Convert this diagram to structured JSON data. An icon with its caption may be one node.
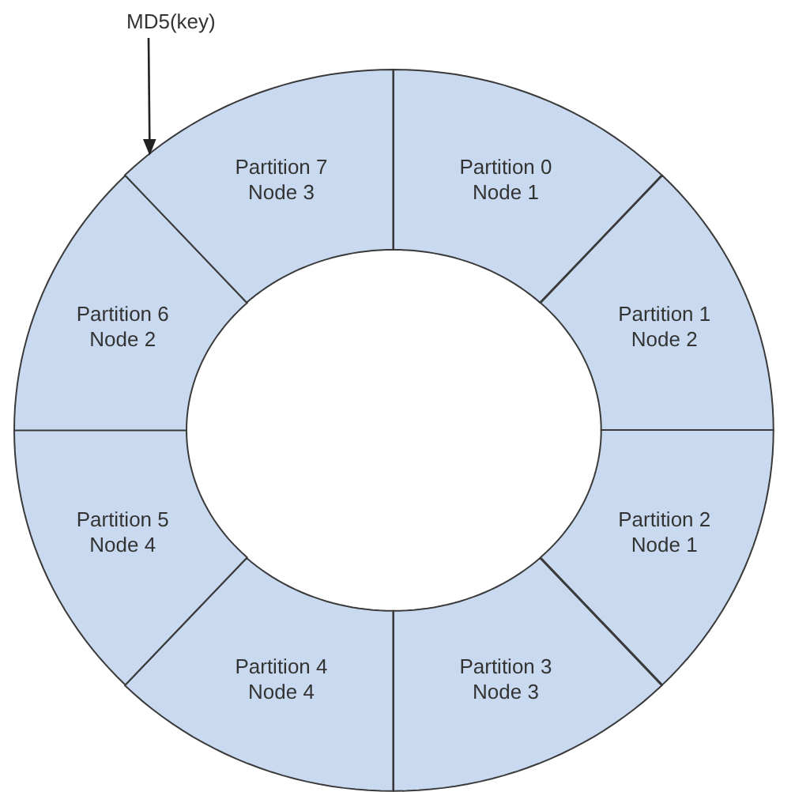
{
  "diagram": {
    "nodes": [
      {
        "text": [
          "MD5(key)"
        ]
      },
      {
        "text": [
          "Partition 0",
          "Node 1"
        ]
      },
      {
        "text": [
          "Partition 1",
          "Node 2"
        ]
      },
      {
        "text": [
          "Partition 2",
          "Node 1"
        ]
      },
      {
        "text": [
          "Partition 3",
          "Node 3"
        ]
      },
      {
        "text": [
          "Partition 4",
          "Node 4"
        ]
      },
      {
        "text": [
          "Partition 5",
          "Node 4"
        ]
      },
      {
        "text": [
          "Partition 6",
          "Node 2"
        ]
      },
      {
        "text": [
          "Partition 7",
          "Node 3"
        ]
      }
    ],
    "edges": [
      {
        "from": 0,
        "to": 8,
        "arrow": "to"
      }
    ]
  }
}
